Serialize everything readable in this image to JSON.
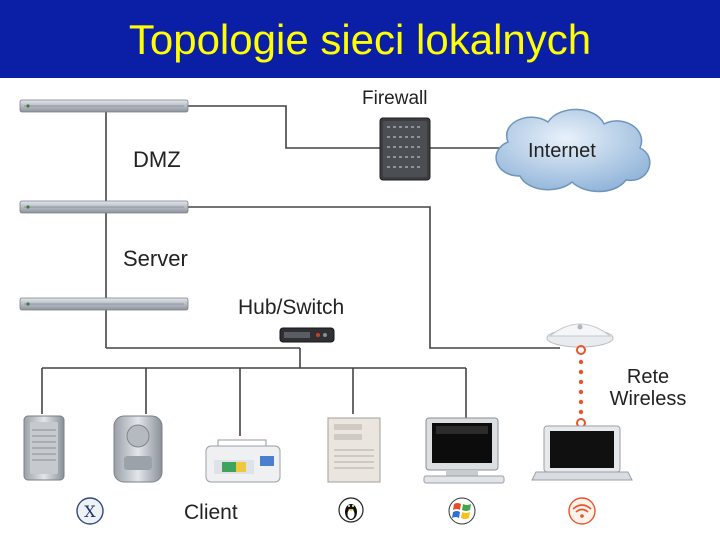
{
  "title": "Topologie sieci lokalnych",
  "labels": {
    "firewall": "Firewall",
    "dmz": "DMZ",
    "server": "Server",
    "hub_switch": "Hub/Switch",
    "internet": "Internet",
    "rete_wireless": "Rete Wireless",
    "client": "Client"
  },
  "colors": {
    "title_bar": "#0a1fa6",
    "title_text": "#ffff00",
    "wireless_dots": "#e8552a"
  },
  "devices": {
    "servers": [
      "rack-server-icon",
      "rack-server-icon",
      "rack-server-icon"
    ],
    "clients": [
      "mac-pro-tower-icon",
      "g4-cube-icon",
      "printer-icon",
      "pc-tower-icon",
      "crt-monitor-icon",
      "laptop-icon"
    ],
    "os_badges": [
      "mac-os-x-icon",
      "linux-tux-icon",
      "windows-icon",
      "wifi-icon"
    ]
  }
}
